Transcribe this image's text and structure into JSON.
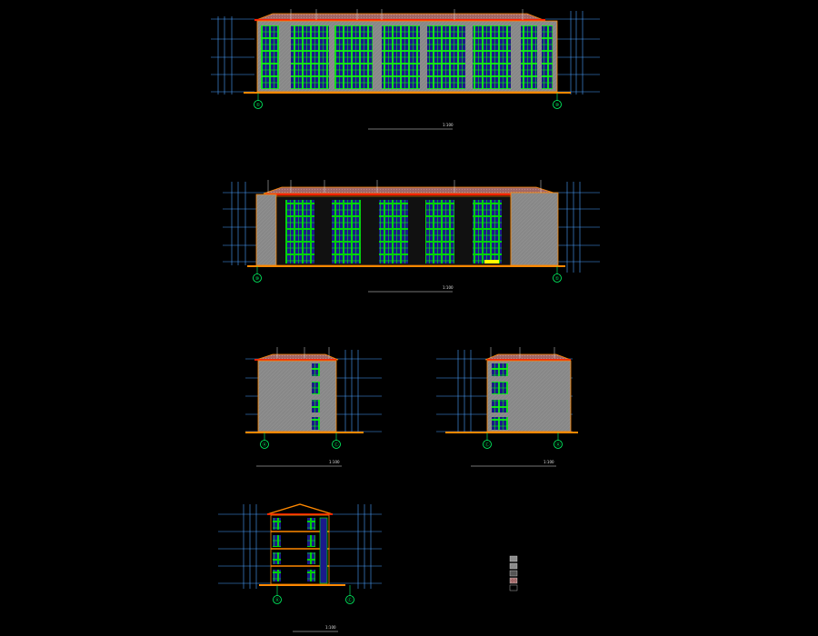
{
  "drawing": {
    "elevations": [
      {
        "id": "elev-1",
        "caption": "",
        "axis_start": "①",
        "axis_end": "⑩",
        "scale": "1:100"
      },
      {
        "id": "elev-2",
        "caption": "",
        "axis_start": "⑩",
        "axis_end": "①",
        "scale": "1:100"
      },
      {
        "id": "elev-3",
        "caption": "",
        "axis_start": "Ⓐ",
        "axis_end": "Ⓒ",
        "scale": "1:100"
      },
      {
        "id": "elev-4",
        "caption": "",
        "axis_start": "Ⓒ",
        "axis_end": "Ⓐ",
        "scale": "1:100"
      },
      {
        "id": "section-1",
        "caption": "",
        "axis_start": "Ⓐ",
        "axis_end": "Ⓒ",
        "scale": "1:100"
      }
    ],
    "level_marks": [
      "",
      "",
      "",
      "",
      ""
    ],
    "legend": {
      "title": "",
      "items": [
        "",
        "",
        "",
        ""
      ]
    },
    "colors": {
      "background": "#000000",
      "wall": "#8c8c8c",
      "window_frame": "#00ff00",
      "glass": "#1a1a8a",
      "roof": "#ff2200",
      "roof_tile": "#b07070",
      "outline": "#ff8800",
      "dimension": "#4aa0ff",
      "axis_bubble": "#00ff66",
      "note": "#ffff00"
    }
  }
}
